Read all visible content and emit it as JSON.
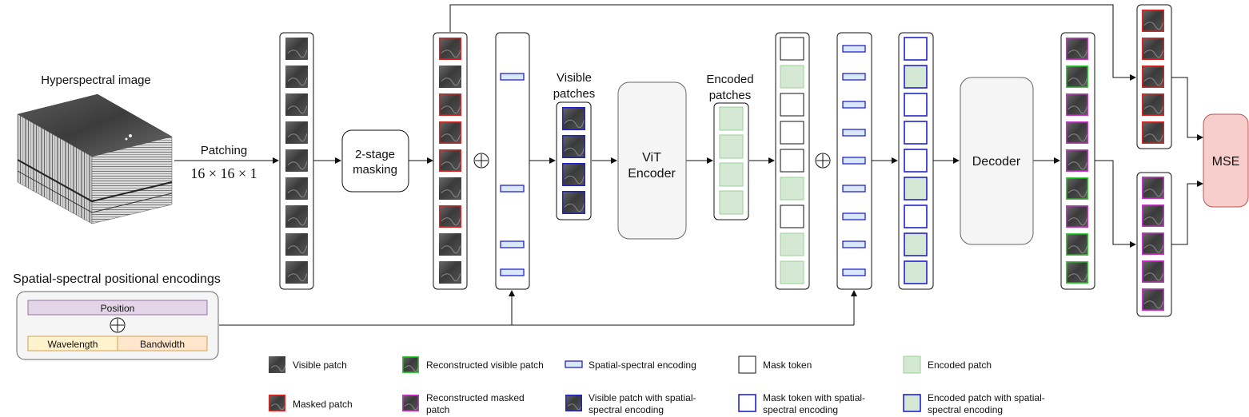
{
  "title": {
    "hyperspectral_image": "Hyperspectral image",
    "positional_encodings": "Spatial-spectral positional encodings"
  },
  "patching": {
    "label": "Patching",
    "size": "16 × 16 × 1"
  },
  "blocks": {
    "masking": [
      "2-stage",
      "masking"
    ],
    "encoder": [
      "ViT",
      "Encoder"
    ],
    "decoder": "Decoder",
    "loss": "MSE"
  },
  "column_labels": {
    "visible": [
      "Visible",
      "patches"
    ],
    "encoded": [
      "Encoded",
      "patches"
    ]
  },
  "encoding_box": {
    "position": "Position",
    "wavelength": "Wavelength",
    "bandwidth": "Bandwidth"
  },
  "legend": {
    "visible_patch": "Visible patch",
    "masked_patch": "Masked patch",
    "reconstructed_visible": "Reconstructed visible patch",
    "reconstructed_masked": [
      "Reconstructed masked",
      "patch"
    ],
    "ss_encoding": "Spatial-spectral encoding",
    "visible_with_encoding": [
      "Visible patch with spatial-",
      "spectral encoding"
    ],
    "mask_token": "Mask token",
    "mask_token_with_encoding": [
      "Mask token with spatial-",
      "spectral encoding"
    ],
    "encoded_patch": "Encoded patch",
    "encoded_with_encoding": [
      "Encoded patch with spatial-",
      "spectral encoding"
    ]
  },
  "colors": {
    "masked_border": "#dd2222",
    "visible_enc_border": "#2222cc",
    "recon_visible_border": "#33cc33",
    "recon_masked_border": "#cc33cc",
    "encoded_fill": "#d5e8d4",
    "encoded_border": "#9ccf98",
    "encoding_fill": "#dae8fc",
    "position_fill": "#e1d5e7",
    "position_border": "#9673a6",
    "spectral_fill": "#fff2cc",
    "spectral_border": "#d6a04f",
    "block_fill": "#f5f5f5",
    "loss_fill": "#f8cecc",
    "loss_border": "#b85450"
  }
}
